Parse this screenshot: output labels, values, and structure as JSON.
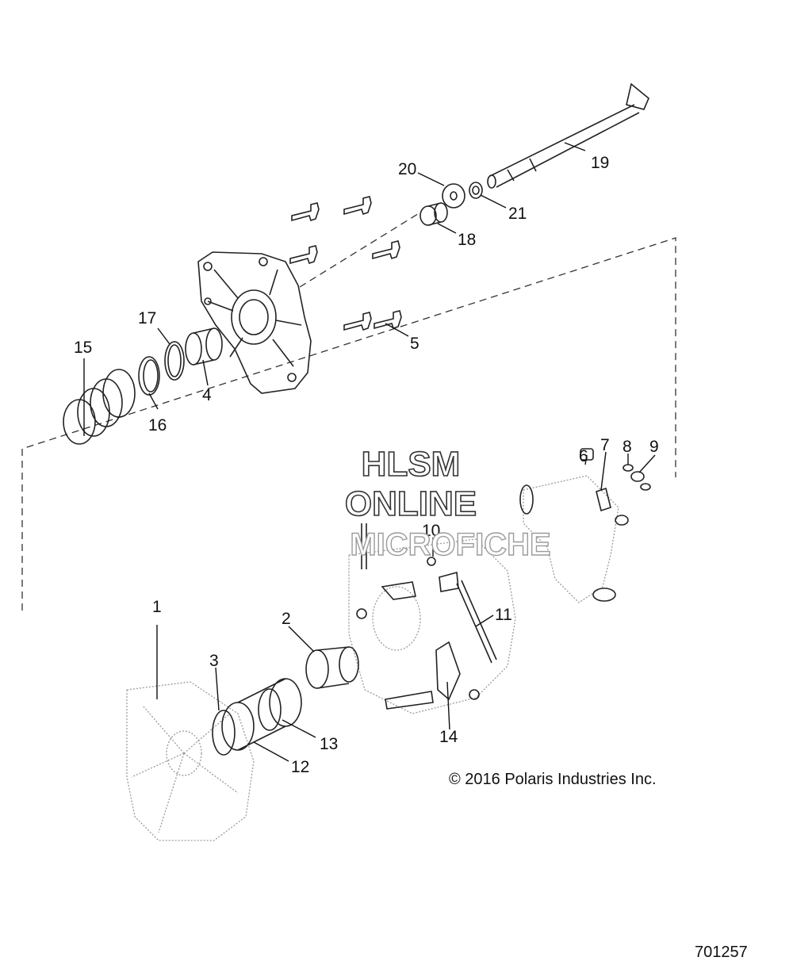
{
  "watermark": {
    "line1": "HLSM",
    "line2": "ONLINE",
    "line3": "MICROFICHE"
  },
  "copyright": "© 2016 Polaris Industries Inc.",
  "figure_number": "701257",
  "callouts": [
    {
      "id": "1",
      "label": "1"
    },
    {
      "id": "2",
      "label": "2"
    },
    {
      "id": "3",
      "label": "3"
    },
    {
      "id": "4",
      "label": "4"
    },
    {
      "id": "5",
      "label": "5"
    },
    {
      "id": "6",
      "label": "6"
    },
    {
      "id": "7",
      "label": "7"
    },
    {
      "id": "8",
      "label": "8"
    },
    {
      "id": "9",
      "label": "9"
    },
    {
      "id": "10",
      "label": "10"
    },
    {
      "id": "11",
      "label": "11"
    },
    {
      "id": "12",
      "label": "12"
    },
    {
      "id": "13",
      "label": "13"
    },
    {
      "id": "14",
      "label": "14"
    },
    {
      "id": "15",
      "label": "15"
    },
    {
      "id": "16",
      "label": "16"
    },
    {
      "id": "17",
      "label": "17"
    },
    {
      "id": "18",
      "label": "18"
    },
    {
      "id": "19",
      "label": "19"
    },
    {
      "id": "20",
      "label": "20"
    },
    {
      "id": "21",
      "label": "21"
    }
  ]
}
